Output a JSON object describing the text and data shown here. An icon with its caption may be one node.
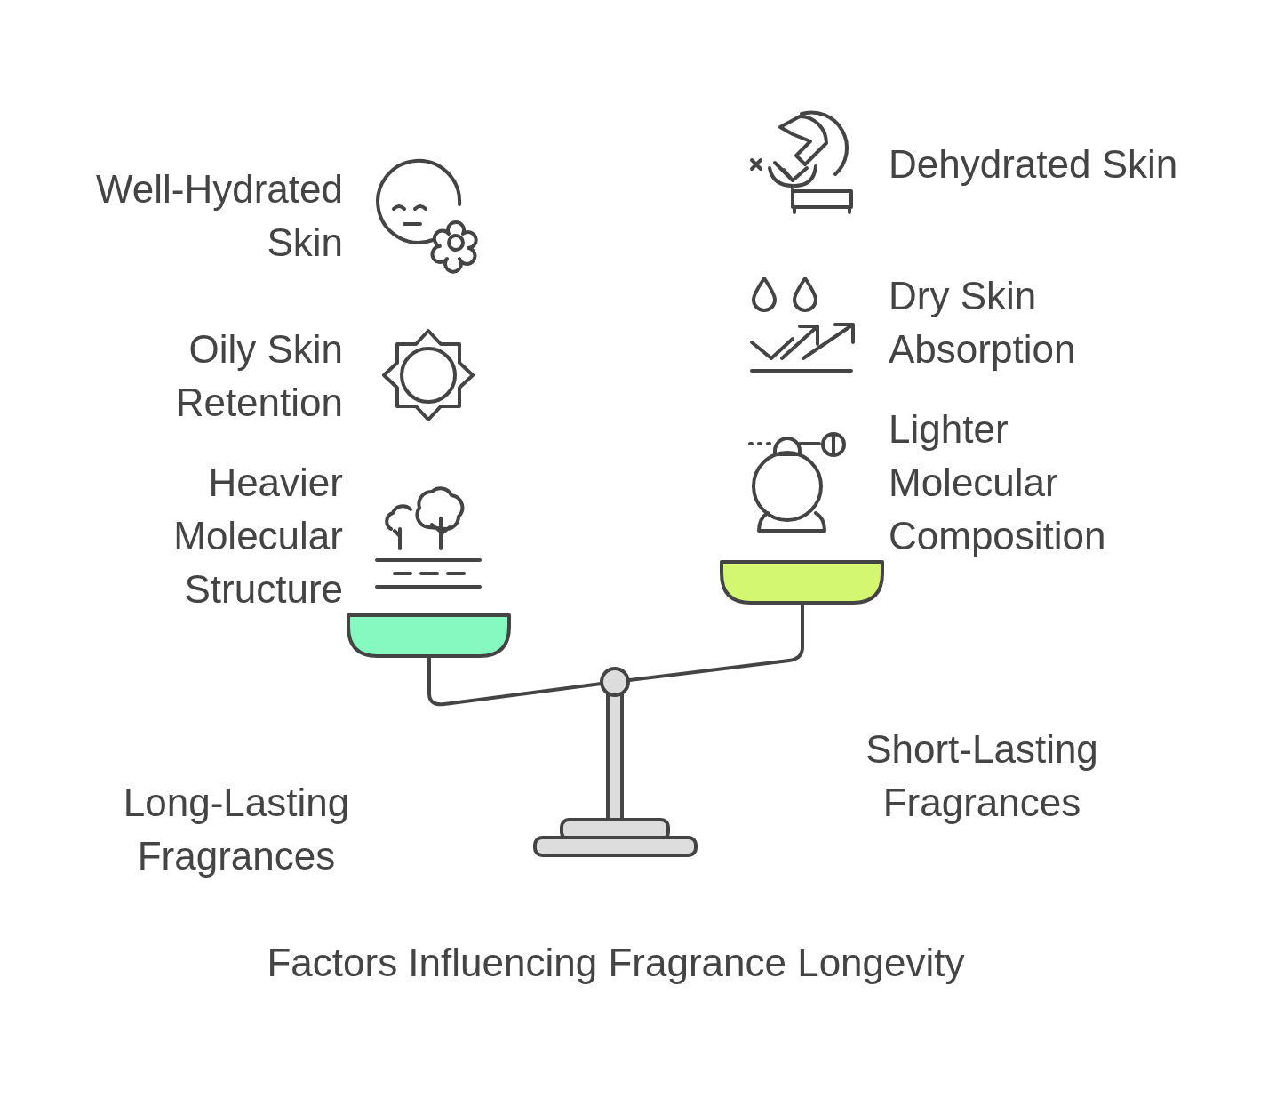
{
  "diagram": {
    "caption": "Factors Influencing Fragrance Longevity",
    "labels": [
      "Dehydrated Skin",
      "Well-Hydrated Skin",
      "Dry Skin Absorption",
      "Oily Skin Retention",
      "Lighter Molecular Composition",
      "Heavier Molecular Structure",
      "Short-Lasting Fragrances",
      "Long-Lasting Fragrances"
    ]
  }
}
